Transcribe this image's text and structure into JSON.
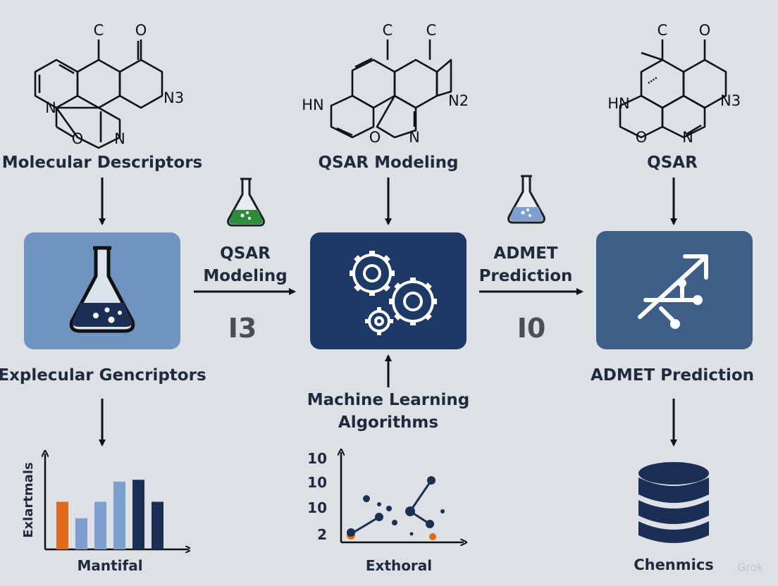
{
  "columns": [
    {
      "molecule_atoms": [
        "C",
        "O",
        "N",
        "N3",
        "O",
        "N"
      ],
      "molecule_label": "Molecular Descriptors",
      "box_label": "Explecular Gencriptors"
    },
    {
      "molecule_atoms": [
        "C",
        "C",
        "HN",
        "N2",
        "O",
        "N"
      ],
      "molecule_label": "QSAR Modeling",
      "box_label_line1": "Machine Learning",
      "box_label_line2": "Algorithms"
    },
    {
      "molecule_atoms": [
        "C",
        "O",
        "HN",
        "N3",
        "O",
        "N"
      ],
      "molecule_label": "QSAR",
      "box_label": "ADMET Prediction"
    }
  ],
  "connectors": [
    {
      "line1": "QSAR",
      "line2": "Modeling",
      "number": "I3",
      "flask_color": "#2e8b3a"
    },
    {
      "line1": "ADMET",
      "line2": "Prediction",
      "number": "I0",
      "flask_color": "#7f9fcf"
    }
  ],
  "colors": {
    "background": "#dde1e6",
    "box_light": "#7094c0",
    "box_dark": "#1d3966",
    "box_slate": "#3e5d87",
    "accent_orange": "#e0691c",
    "navy": "#1b2f55"
  },
  "icons": {
    "box1": "flask-icon",
    "box2": "gears-icon",
    "box3": "network-arrow-icon",
    "bottom3": "database-icon"
  },
  "bar_chart": {
    "type": "bar",
    "ylabel": "Exlartmals",
    "xlabel": "Mantifal",
    "bars": [
      {
        "value": 0.52,
        "color": "#e0691c"
      },
      {
        "value": 0.34,
        "color": "#7f9fcf"
      },
      {
        "value": 0.52,
        "color": "#7f9fcf"
      },
      {
        "value": 0.74,
        "color": "#7f9fcf"
      },
      {
        "value": 0.76,
        "color": "#1b2f55"
      },
      {
        "value": 0.52,
        "color": "#1b2f55"
      }
    ]
  },
  "scatter_chart": {
    "type": "scatter",
    "xlabel": "Exthoral",
    "ytick_labels": [
      "10",
      "10",
      "10",
      "2"
    ]
  },
  "database_label": "Chenmics",
  "watermark": "Grok"
}
